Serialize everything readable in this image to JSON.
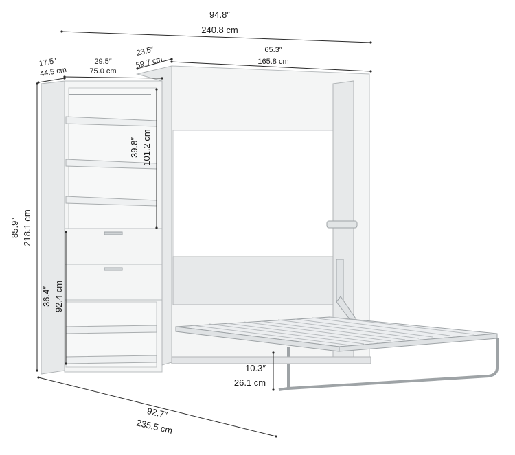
{
  "dimensions": {
    "total_width_in": "94.8″",
    "total_width_cm": "240.8 cm",
    "cabinet_depth_in": "23.5″",
    "cabinet_depth_cm": "59.7 cm",
    "bed_width_in": "65.3″",
    "bed_width_cm": "165.8 cm",
    "storage_depth_in": "17.5″",
    "storage_depth_cm": "44.5 cm",
    "storage_width_in": "29.5″",
    "storage_width_cm": "75.0 cm",
    "shelf_height_in": "39.8″",
    "shelf_height_cm": "101.2 cm",
    "total_height_in": "85.9″",
    "total_height_cm": "218.1 cm",
    "lower_height_in": "36.4″",
    "lower_height_cm": "92.4 cm",
    "leg_height_in": "10.3″",
    "leg_height_cm": "26.1 cm",
    "open_depth_in": "92.7″",
    "open_depth_cm": "235.5 cm"
  }
}
